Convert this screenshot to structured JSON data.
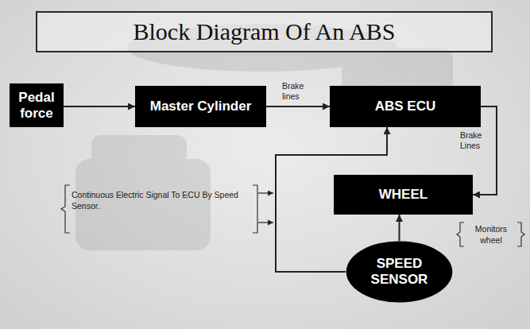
{
  "diagram": {
    "title": "Block Diagram Of An ABS",
    "nodes": [
      {
        "text": [
          "Pedal force"
        ]
      },
      {
        "text": [
          "Master Cylinder"
        ]
      },
      {
        "text": [
          "ABS ECU"
        ]
      },
      {
        "text": [
          "WHEEL"
        ]
      },
      {
        "text": [
          "SPEED SENSOR"
        ]
      }
    ],
    "edges": [
      {
        "from": 0,
        "to": 1,
        "arrow": "to"
      },
      {
        "from": 1,
        "to": 2,
        "label": "Brake lines",
        "arrow": "to"
      },
      {
        "from": 2,
        "to": 3,
        "label": "Brake Lines",
        "arrow": "to"
      },
      {
        "from": 4,
        "to": 3,
        "arrow": "to"
      },
      {
        "from": 4,
        "to": 2,
        "arrow": "to"
      }
    ],
    "labels": [
      "Continuous Electric Signal To ECU By Speed Sensor.",
      "Monitors wheel"
    ]
  }
}
